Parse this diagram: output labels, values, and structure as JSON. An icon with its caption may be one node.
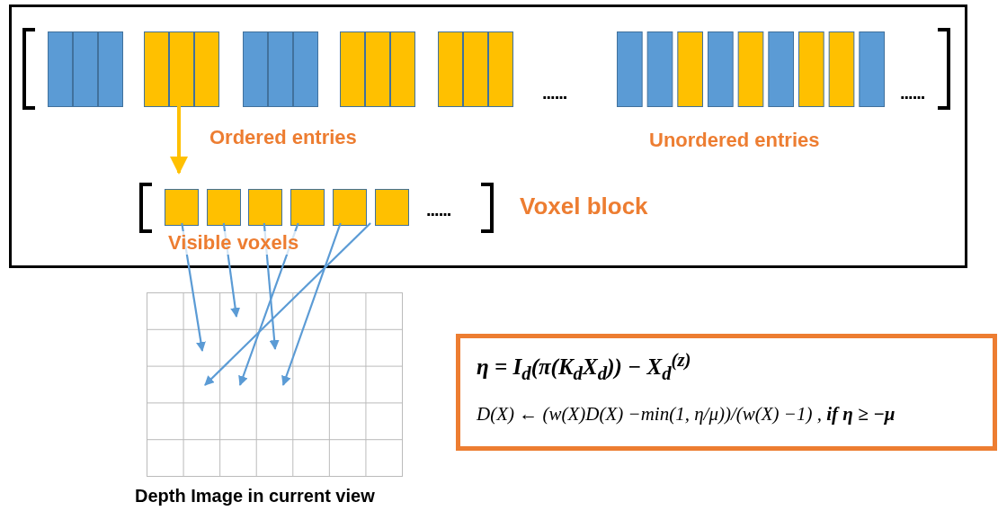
{
  "diagram": {
    "nodes": [
      {
        "text": [],
        "shape": "box"
      },
      {
        "text": [],
        "shape": "box",
        "in": 0
      },
      {
        "text": [],
        "shape": "box",
        "in": 1
      },
      {
        "text": [],
        "shape": "box",
        "in": 1
      },
      {
        "text": [],
        "shape": "box",
        "in": 1
      },
      {
        "text": [],
        "shape": "box",
        "in": 1
      },
      {
        "text": [],
        "shape": "box",
        "in": 1
      },
      {
        "text": [],
        "shape": "box",
        "in": 1,
        "beside": [
          "Unordered entries"
        ]
      },
      {
        "text": [],
        "shape": "box",
        "in": 0,
        "beside": [
          "Voxel block",
          "Visible voxels"
        ]
      },
      {
        "text": [],
        "shape": "box",
        "in": 8
      },
      {
        "text": [],
        "shape": "box",
        "in": 8
      },
      {
        "text": [],
        "shape": "box",
        "in": 8
      },
      {
        "text": [],
        "shape": "box",
        "in": 8
      },
      {
        "text": [],
        "shape": "box",
        "in": 8
      },
      {
        "text": [],
        "shape": "box",
        "in": 8
      },
      {
        "text": [
          "Depth Image in current view"
        ]
      },
      {
        "text": [
          "η = I$_{d}$(π(K$_{d}$X$_{d}$)) − X$_{d}$$^{(z)}$",
          "D(X) ← (w(X)D(X)  −min(1, η/μ))/(w(X)  −1) ,  **if η ≥ −μ**"
        ]
      }
    ],
    "edges": [
      {
        "from": 3,
        "to": 8,
        "arrow": "to",
        "label": "Ordered entries",
        "style": "thick",
        "color": "#ffc000"
      },
      {
        "from": 9,
        "to": 15,
        "arrow": "to"
      },
      {
        "from": 10,
        "to": 15,
        "arrow": "to"
      },
      {
        "from": 11,
        "to": 15,
        "arrow": "to"
      },
      {
        "from": 12,
        "to": 15,
        "arrow": "to"
      },
      {
        "from": 13,
        "to": 15,
        "arrow": "to"
      },
      {
        "from": 14,
        "to": 15,
        "arrow": "to"
      }
    ],
    "labels": [
      "......",
      "......",
      "......"
    ]
  }
}
